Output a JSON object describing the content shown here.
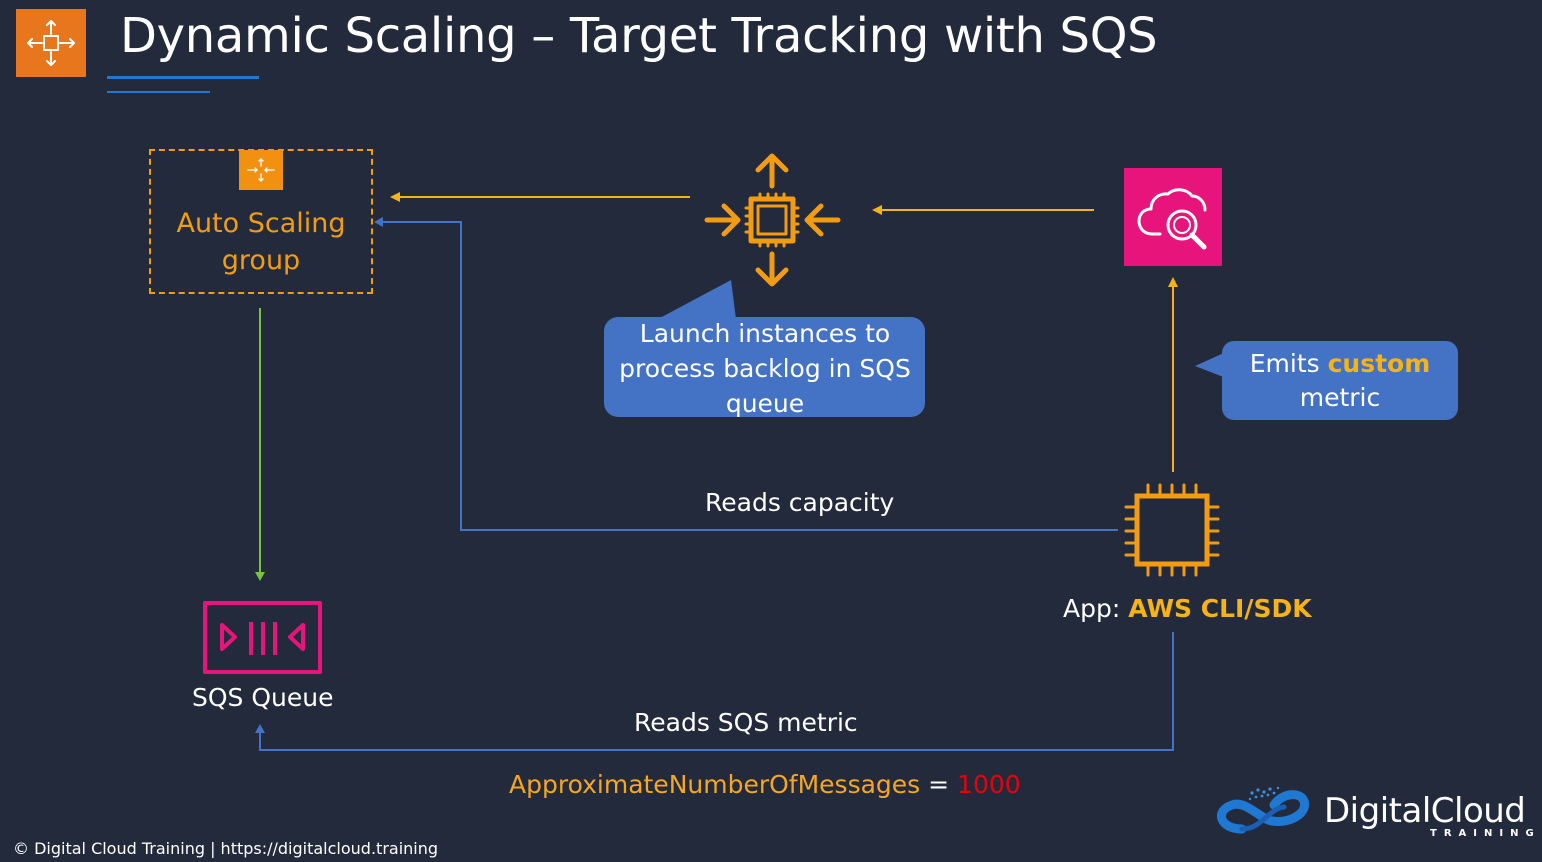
{
  "title": "Dynamic Scaling – Target Tracking with SQS",
  "asg": {
    "label": "Auto Scaling group"
  },
  "callouts": {
    "launch": "Launch instances to process backlog in SQS queue",
    "emits_prefix": "Emits",
    "emits_highlight": "custom",
    "emits_suffix": "metric"
  },
  "labels": {
    "reads_capacity": "Reads capacity",
    "reads_sqs_metric": "Reads SQS metric",
    "sqs_queue": "SQS Queue",
    "app_prefix": "App: ",
    "app_highlight": "AWS CLI/SDK"
  },
  "formula": {
    "metric": "ApproximateNumberOfMessages",
    "equals": " = ",
    "value": "1000"
  },
  "footer": "© Digital Cloud Training  | https://digitalcloud.training",
  "brand": {
    "name": "DigitalCloud",
    "sub": "TRAINING"
  },
  "icons": {
    "header": "auto-scaling-icon",
    "asg": "auto-scaling-icon",
    "scaling_policy": "ec2-scaling-icon",
    "cloudwatch": "cloudwatch-icon",
    "ec2": "ec2-instance-icon",
    "sqs": "sqs-queue-icon",
    "brand": "digitalcloud-logo-icon"
  },
  "colors": {
    "background": "#232a3b",
    "orange": "#f39c12",
    "amber_arrow": "#f5b317",
    "blue_arrow": "#4472c4",
    "green_arrow": "#7cc242",
    "callout": "#4472c4",
    "cloudwatch": "#e7157b",
    "sqs": "#e7157b",
    "accent_blue": "#1f78d1",
    "value_red": "#e8000b"
  }
}
